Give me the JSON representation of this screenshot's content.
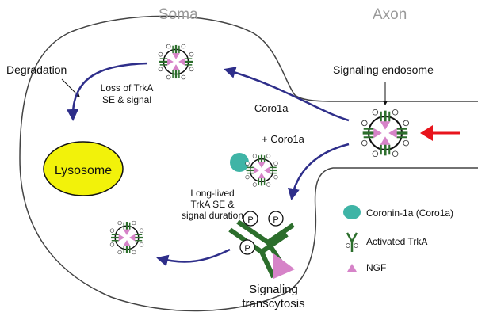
{
  "headers": {
    "soma": "Soma",
    "axon": "Axon"
  },
  "labels": {
    "degradation": "Degradation",
    "loss_line1": "Loss of TrkA",
    "loss_line2": "SE & signal",
    "signaling_endosome": "Signaling endosome",
    "minus_coro": "– Coro1a",
    "plus_coro": "+ Coro1a",
    "lysosome": "Lysosome",
    "long_line1": "Long-lived",
    "long_line2": "TrkA SE &",
    "long_line3": "signal duration",
    "transcytosis_line1": "Signaling",
    "transcytosis_line2": "transcytosis"
  },
  "legend": [
    {
      "icon": "coronin-icon",
      "label": "Coronin-1a (Coro1a)"
    },
    {
      "icon": "trka-receptor-icon",
      "label": "Activated TrkA"
    },
    {
      "icon": "ngf-icon",
      "label": "NGF"
    }
  ],
  "colors": {
    "arrow": "#2e2e8a",
    "signal_arrow": "#e8141c",
    "lysosome": "#f2f20a",
    "coronin": "#3fb4a6",
    "trka": "#2c6e2c",
    "ngf": "#d683c8"
  }
}
